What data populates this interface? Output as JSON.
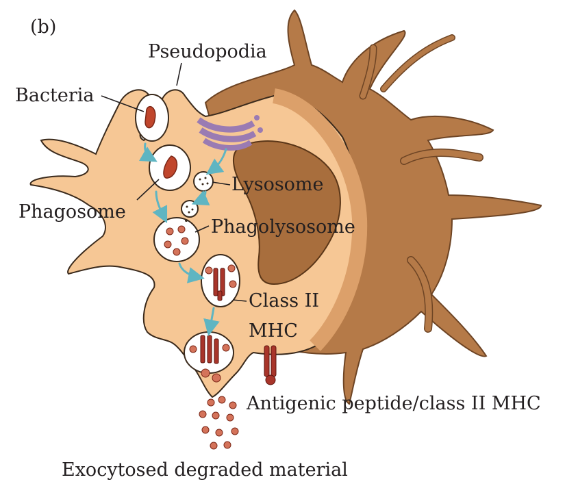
{
  "panel_label": "(b)",
  "labels": {
    "pseudopodia": "Pseudopodia",
    "bacteria": "Bacteria",
    "lysosome": "Lysosome",
    "phagosome": "Phagosome",
    "phagolysosome": "Phagolysosome",
    "class_ii_line1": "Class II",
    "class_ii_line2": "MHC",
    "antigenic_peptide": "Antigenic peptide/class II MHC",
    "exocytosed": "Exocytosed degraded material"
  },
  "colors": {
    "cell_body": "#f6c795",
    "cell_dark": "#b57a48",
    "nucleus": "#a86e3d",
    "bacteria": "#c0462c",
    "golgi": "#9a7bb3",
    "mhc": "#a8352a",
    "arrow": "#5fb5c2"
  }
}
